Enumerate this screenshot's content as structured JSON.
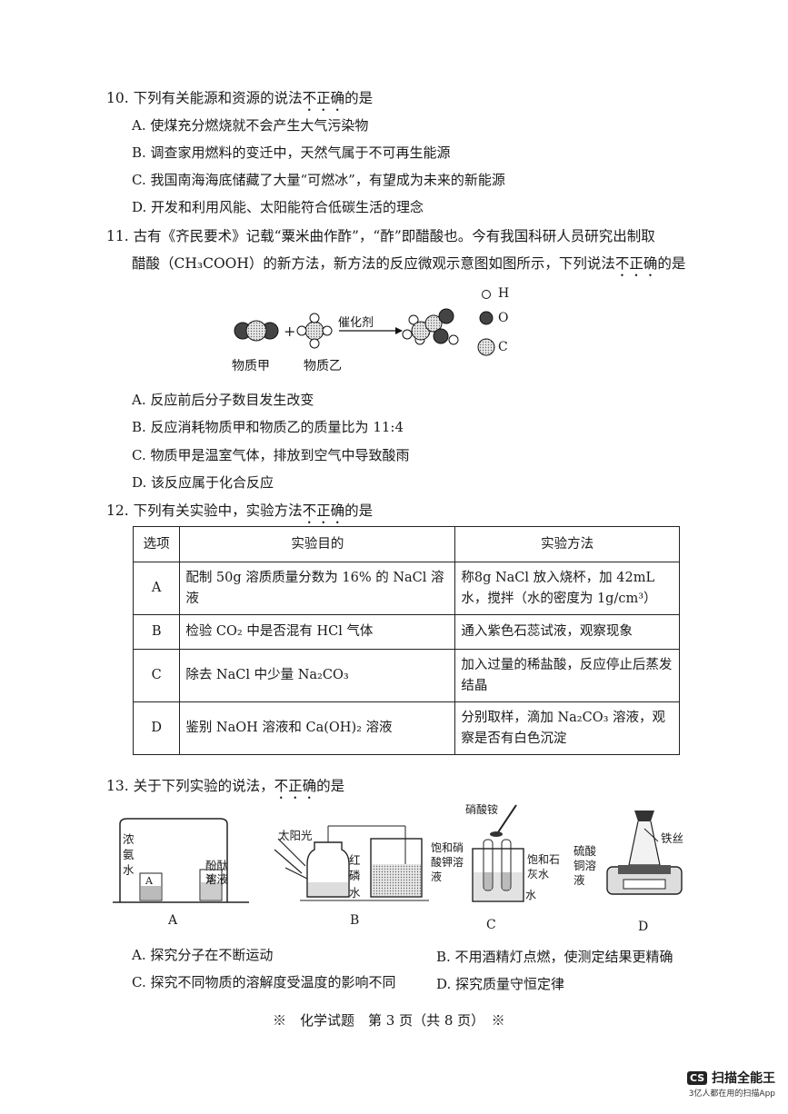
{
  "q10": {
    "stem_pre": "10. 下列有关能源和资源的说法",
    "stem_em": "不正确",
    "stem_post": "的是",
    "options": [
      "A. 使煤充分燃烧就不会产生大气污染物",
      "B. 调查家用燃料的变迁中，天然气属于不可再生能源",
      "C. 我国南海海底储藏了大量“可燃冰”，有望成为未来的新能源",
      "D. 开发和利用风能、太阳能符合低碳生活的理念"
    ]
  },
  "q11": {
    "stem_line1": "11. 古有《齐民要术》记载“粟米曲作酢”，“酢”即醋酸也。今有我国科研人员研究出制取",
    "stem_line2_pre": "醋酸（CH₃COOH）的新方法，新方法的反应微观示意图如图所示，下列说法",
    "stem_em": "不正确",
    "stem_post": "的是",
    "diagram": {
      "catalyst": "催化剂",
      "reactant1": "物质甲",
      "reactant2": "物质乙",
      "plus": "+",
      "legend_h": "H",
      "legend_o": "O",
      "legend_c": "C"
    },
    "options": [
      "A. 反应前后分子数目发生改变",
      "B. 反应消耗物质甲和物质乙的质量比为 11:4",
      "C. 物质甲是温室气体，排放到空气中导致酸雨",
      "D. 该反应属于化合反应"
    ]
  },
  "q12": {
    "stem_pre": "12. 下列有关实验中，实验方法",
    "stem_em": "不正确",
    "stem_post": "的是",
    "headers": [
      "选项",
      "实验目的",
      "实验方法"
    ],
    "rows": [
      {
        "opt": "A",
        "purpose": "配制 50g 溶质质量分数为 16% 的 NaCl 溶液",
        "method": "称8g NaCl 放入烧杯，加 42mL 水，搅拌（水的密度为 1g/cm³）"
      },
      {
        "opt": "B",
        "purpose": "检验 CO₂ 中是否混有 HCl 气体",
        "method": "通入紫色石蕊试液，观察现象"
      },
      {
        "opt": "C",
        "purpose": "除去 NaCl 中少量 Na₂CO₃",
        "method": "加入过量的稀盐酸，反应停止后蒸发结晶"
      },
      {
        "opt": "D",
        "purpose": "鉴别 NaOH 溶液和 Ca(OH)₂ 溶液",
        "method": "分别取样，滴加 Na₂CO₃ 溶液，观察是否有白色沉淀"
      }
    ]
  },
  "q13": {
    "stem_pre": "13. 关于下列实验的说法，",
    "stem_em": "不正确",
    "stem_post": "的是",
    "figA": {
      "label": "A",
      "ammonia": "浓氨水",
      "phenol": "酚酞溶液",
      "beakerA": "A",
      "beakerB": "B"
    },
    "figB": {
      "label": "B",
      "sun": "太阳光",
      "phos": "红磷",
      "water": "水"
    },
    "figC": {
      "label": "C",
      "nh4no3": "硝酸铵",
      "kno3": "饱和硝酸钾溶液",
      "lime": "饱和石灰水",
      "water": "水"
    },
    "figD": {
      "label": "D",
      "cuso4": "硫酸铜溶液",
      "iron": "铁丝"
    },
    "options": [
      "A. 探究分子在不断运动",
      "B. 不用酒精灯点燃，使测定结果更精确",
      "C. 探究不同物质的溶解度受温度的影响不同",
      "D. 探究质量守恒定律"
    ]
  },
  "footer": "※　化学试题　第 3 页（共 8 页）　※",
  "scanner": {
    "badge": "CS",
    "name": "扫描全能王",
    "tagline": "3亿人都在用的扫描App"
  }
}
